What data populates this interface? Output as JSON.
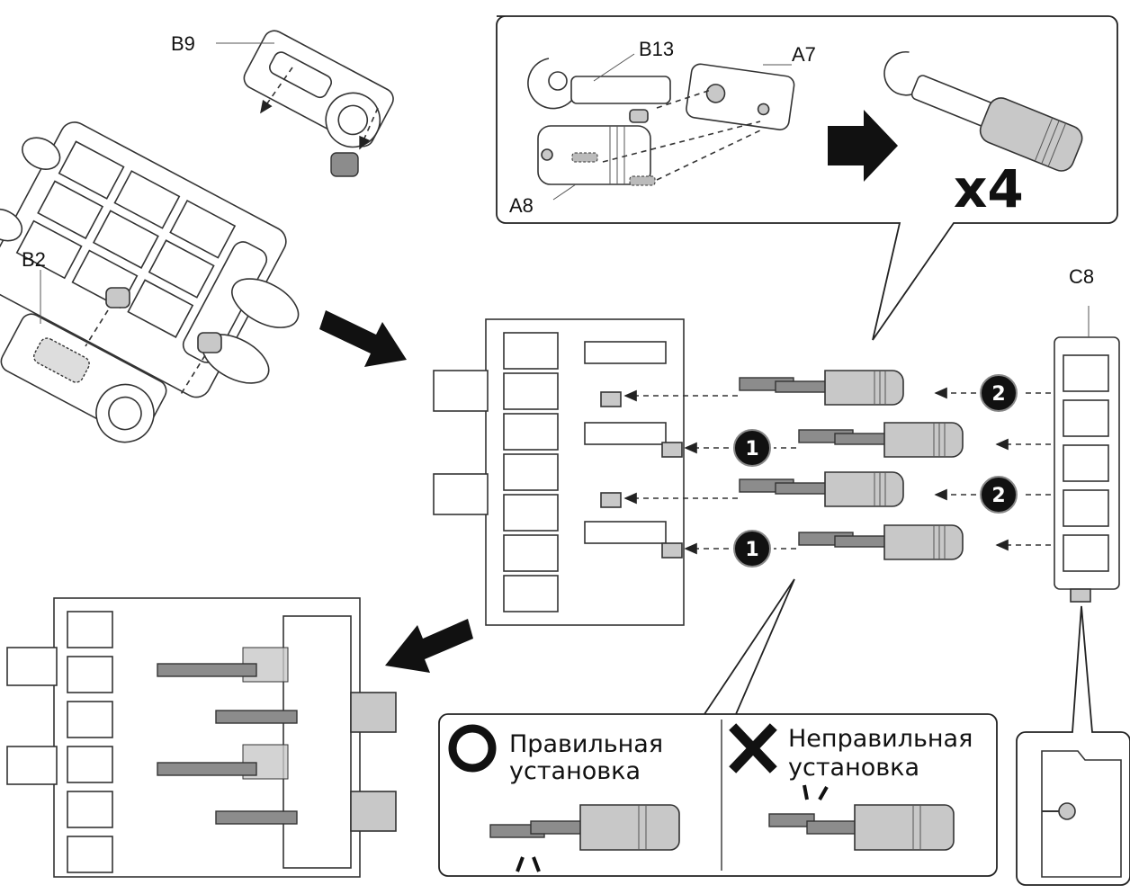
{
  "labels": {
    "b9": "B9",
    "b2": "B2",
    "b13": "B13",
    "a7": "A7",
    "a8": "A8",
    "c8": "C8",
    "multiplier": "x4"
  },
  "steps": {
    "step1": "1",
    "step2": "2"
  },
  "legend": {
    "correct_line1": "Правильная",
    "correct_line2": "установка",
    "wrong_line1": "Неправильная",
    "wrong_line2": "установка"
  }
}
